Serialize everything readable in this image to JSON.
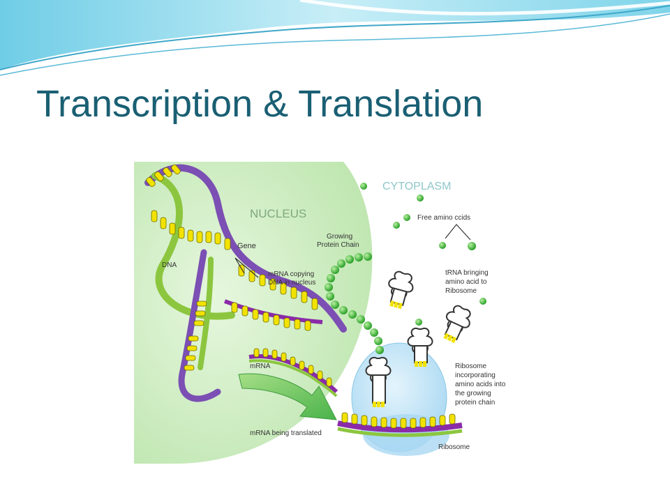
{
  "slide": {
    "title": "Transcription & Translation"
  },
  "diagram": {
    "labels": {
      "cytoplasm": "CYTOPLASM",
      "nucleus": "NUCLEUS",
      "free_amino_acids": "Free amino ccids",
      "growing_chain_1": "Growing",
      "growing_chain_2": "Protein Chain",
      "gene": "Gene",
      "dna": "DNA",
      "mrna_copying_1": "mRNA copying",
      "mrna_copying_2": "DNA in nucleus",
      "trna_1": "tRNA bringing",
      "trna_2": "amino acid to",
      "trna_3": "Ribosome",
      "mrna": "mRNA",
      "ribosome_inc_1": "Ribosome",
      "ribosome_inc_2": "incorporating",
      "ribosome_inc_3": "amino acids into",
      "ribosome_inc_4": "the growing",
      "ribosome_inc_5": "protein chain",
      "mrna_translated": "mRNA being translated",
      "ribosome": "Ribosome"
    },
    "colors": {
      "title": "#1a5f73",
      "nucleus_fill": "#c9ecbf",
      "dna_purple": "#7b4fb3",
      "dna_green": "#8cc63f",
      "base_yellow": "#f2e200",
      "amino_green": "#3cb233",
      "ribosome_blue": "#b9e0f5",
      "arrow_green": "#6cc04a",
      "label_text": "#333333"
    }
  }
}
